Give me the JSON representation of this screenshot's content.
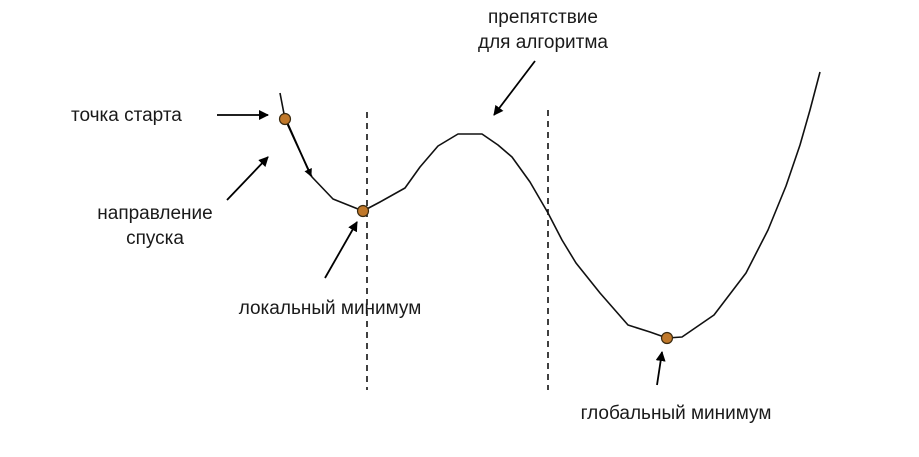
{
  "colors": {
    "point_fill": "#c0782a",
    "line": "#111111",
    "text": "#1a1a1a"
  },
  "labels": {
    "obstacle_line1": "препятствие",
    "obstacle_line2": "для алгоритма",
    "start_point": "точка старта",
    "descent_line1": "направление",
    "descent_line2": "спуска",
    "local_min": "локальный минимум",
    "global_min": "глобальный минимум"
  }
}
